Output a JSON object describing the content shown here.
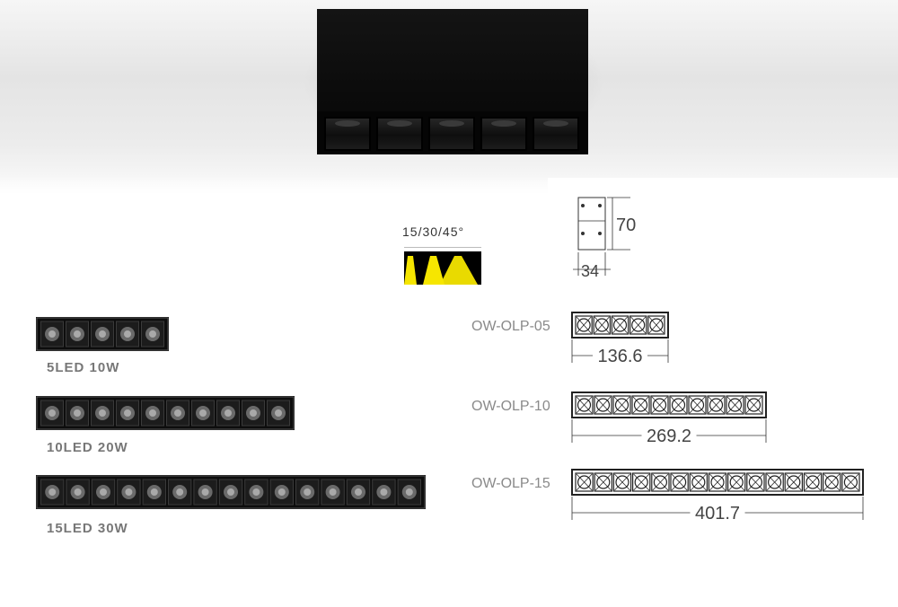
{
  "beam": {
    "angles_label": "15/30/45°"
  },
  "side_view": {
    "height_dim": "70",
    "width_dim": "34"
  },
  "products": [
    {
      "led_label": "5LED  10W",
      "model": "OW-OLP-05",
      "length_dim": "136.6",
      "led_count": 5
    },
    {
      "led_label": "10LED  20W",
      "model": "OW-OLP-10",
      "length_dim": "269.2",
      "led_count": 10
    },
    {
      "led_label": "15LED  30W",
      "model": "OW-OLP-15",
      "length_dim": "401.7",
      "led_count": 15
    }
  ],
  "colors": {
    "beam_yellow": "#f6e600",
    "fixture_black": "#0b0b0b"
  }
}
